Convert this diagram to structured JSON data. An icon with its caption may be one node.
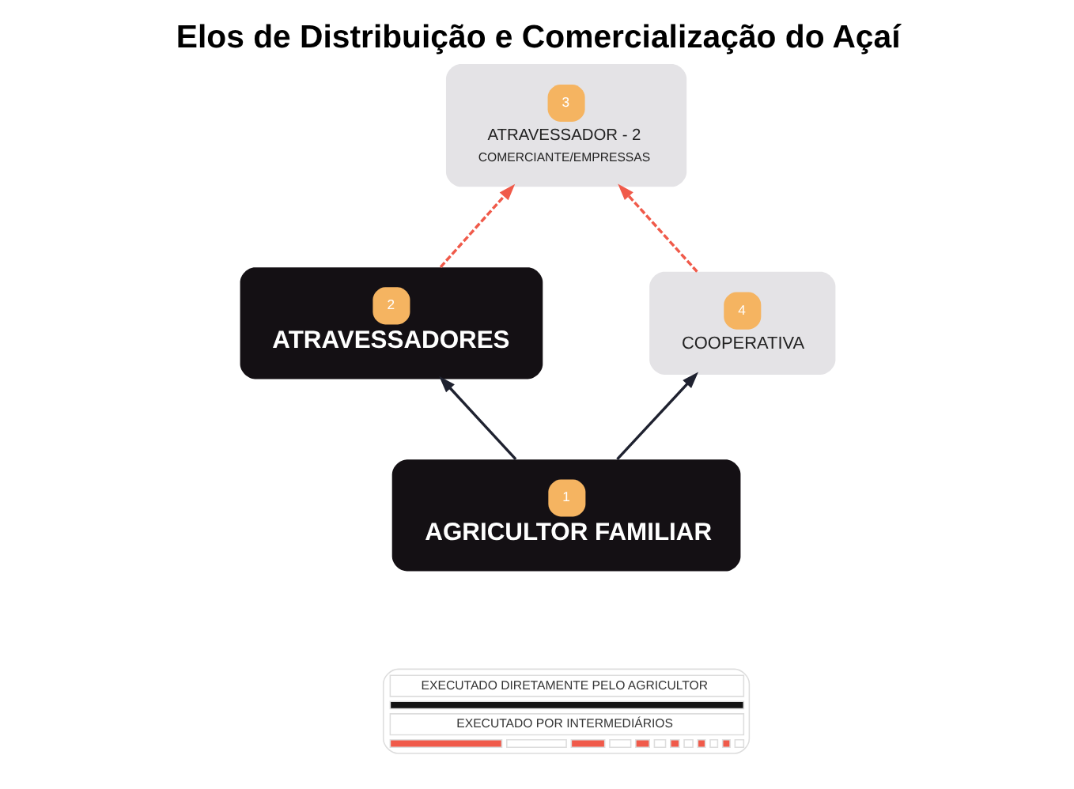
{
  "diagram": {
    "title": "Elos de Distribuição e Comercialização do Açaí",
    "nodes": [
      {
        "text": [
          "1",
          "AGRICULTOR FAMILIAR"
        ]
      },
      {
        "text": [
          "2",
          "ATRAVESSADORES"
        ]
      },
      {
        "text": [
          "3",
          "ATRAVESSADOR - 2",
          "COMERCIANTE/EMPRESSAS"
        ]
      },
      {
        "text": [
          "4",
          "COOPERATIVA"
        ]
      }
    ],
    "edges": [
      {
        "from": 0,
        "to": 1,
        "arrow": "to"
      },
      {
        "from": 0,
        "to": 3,
        "arrow": "to"
      },
      {
        "from": 1,
        "to": 2,
        "arrow": "to",
        "style": "dashed",
        "color": "#f05a4a"
      },
      {
        "from": 3,
        "to": 2,
        "arrow": "to",
        "style": "dashed",
        "color": "#f05a4a"
      }
    ],
    "legend": [
      {
        "text": "EXECUTADO DIRETAMENTE PELO AGRICULTOR"
      },
      {
        "text": "EXECUTADO POR INTERMEDIÁRIOS"
      }
    ]
  }
}
